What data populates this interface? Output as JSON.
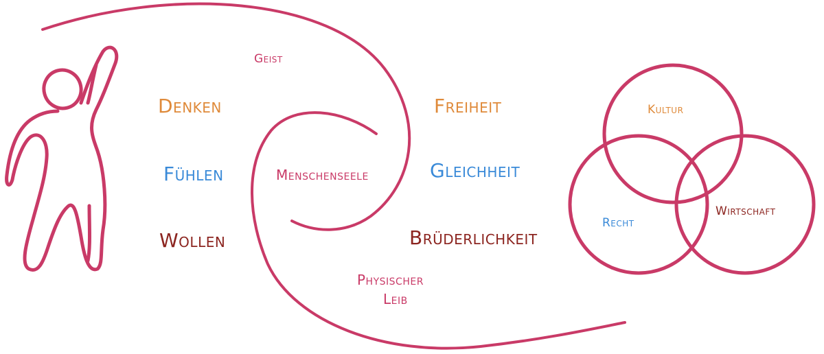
{
  "colors": {
    "line": "#c93a67",
    "orange": "#df8a3a",
    "blue": "#3a8ad8",
    "darkred": "#8c2520",
    "magenta": "#c93a67"
  },
  "left_column": {
    "denken": "Denken",
    "fuehlen": "Fühlen",
    "wollen": "Wollen"
  },
  "spiral": {
    "geist": "Geist",
    "menschenseele": "Menschenseele",
    "physischer": "Physischer",
    "leib": "Leib"
  },
  "right_column": {
    "freiheit": "Freiheit",
    "gleichheit": "Gleichheit",
    "bruederlichkeit": "Brüderlichkeit"
  },
  "venn": {
    "kultur": "Kultur",
    "recht": "Recht",
    "wirtschaft": "Wirtschaft"
  }
}
